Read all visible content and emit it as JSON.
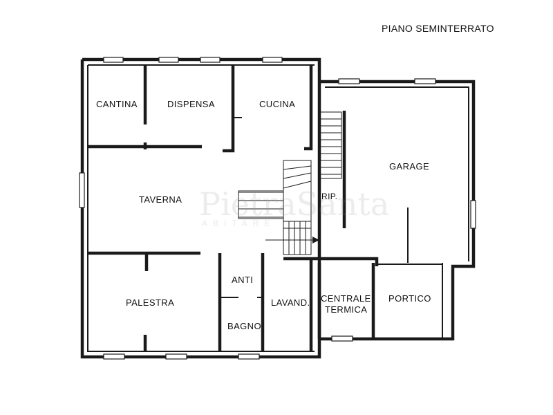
{
  "title": "PIANO SEMINTERRATO",
  "rooms": {
    "cantina": "CANTINA",
    "dispensa": "DISPENSA",
    "cucina": "CUCINA",
    "taverna": "TAVERNA",
    "rip": "RIP.",
    "garage": "GARAGE",
    "anti": "ANTI",
    "palestra": "PALESTRA",
    "lavand": "LAVAND.",
    "bagno": "BAGNO",
    "centrale_termica_1": "CENTRALE",
    "centrale_termica_2": "TERMICA",
    "portico": "PORTICO"
  },
  "watermark": {
    "main": "PietraSanta",
    "sub": "ABITARE"
  }
}
